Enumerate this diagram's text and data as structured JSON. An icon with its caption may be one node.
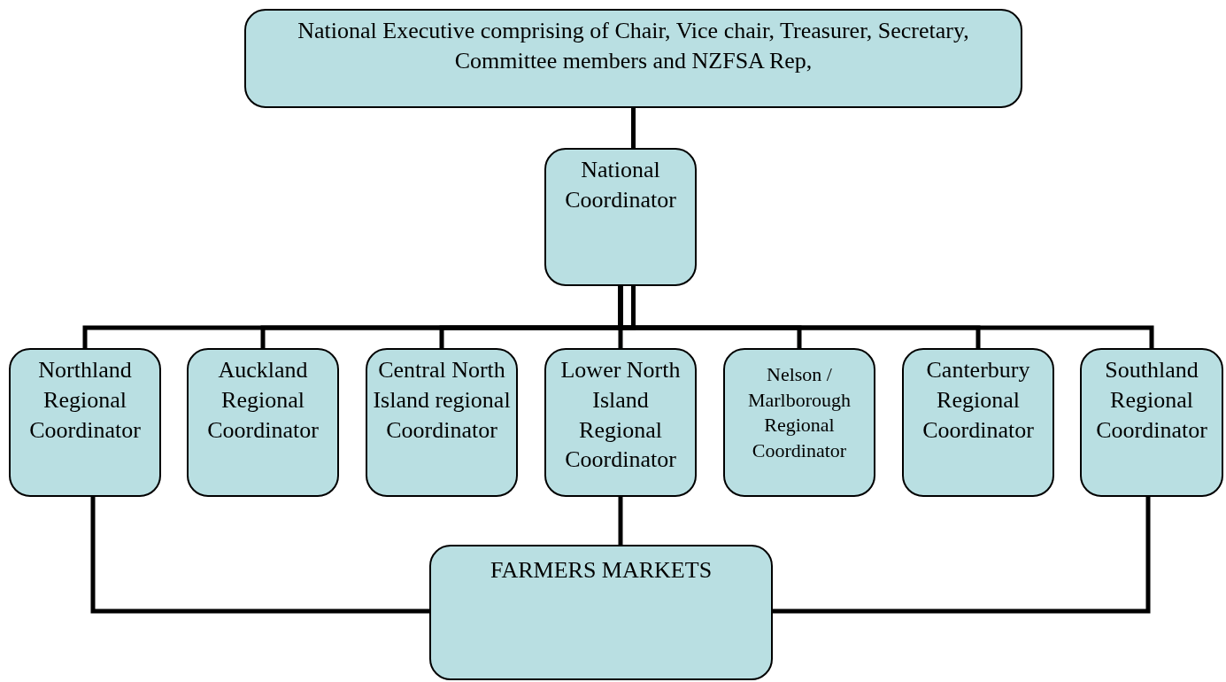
{
  "diagram": {
    "nodes": [
      {
        "text": [
          "National Executive comprising of Chair, Vice chair, Treasurer, Secretary, Committee members and NZFSA Rep,"
        ]
      },
      {
        "text": [
          "National Coordinator"
        ]
      },
      {
        "text": [
          "Northland Regional Coordinator"
        ]
      },
      {
        "text": [
          "Auckland Regional Coordinator"
        ]
      },
      {
        "text": [
          "Central North Island regional Coordinator"
        ]
      },
      {
        "text": [
          "Lower North Island Regional Coordinator"
        ]
      },
      {
        "text": [
          "Nelson / Marlborough Regional Coordinator"
        ]
      },
      {
        "text": [
          "Canterbury Regional Coordinator"
        ]
      },
      {
        "text": [
          "Southland Regional Coordinator"
        ]
      },
      {
        "text": [
          "FARMERS MARKETS"
        ]
      }
    ],
    "edges": [
      {
        "from": 0,
        "to": 1,
        "arrow": "none"
      },
      {
        "from": 1,
        "to": 2,
        "arrow": "none"
      },
      {
        "from": 1,
        "to": 3,
        "arrow": "none"
      },
      {
        "from": 1,
        "to": 4,
        "arrow": "none"
      },
      {
        "from": 1,
        "to": 5,
        "arrow": "none"
      },
      {
        "from": 1,
        "to": 6,
        "arrow": "none"
      },
      {
        "from": 1,
        "to": 7,
        "arrow": "none"
      },
      {
        "from": 1,
        "to": 8,
        "arrow": "none"
      },
      {
        "from": 2,
        "to": 9,
        "arrow": "none"
      },
      {
        "from": 5,
        "to": 9,
        "arrow": "none"
      },
      {
        "from": 8,
        "to": 9,
        "arrow": "none"
      }
    ]
  }
}
